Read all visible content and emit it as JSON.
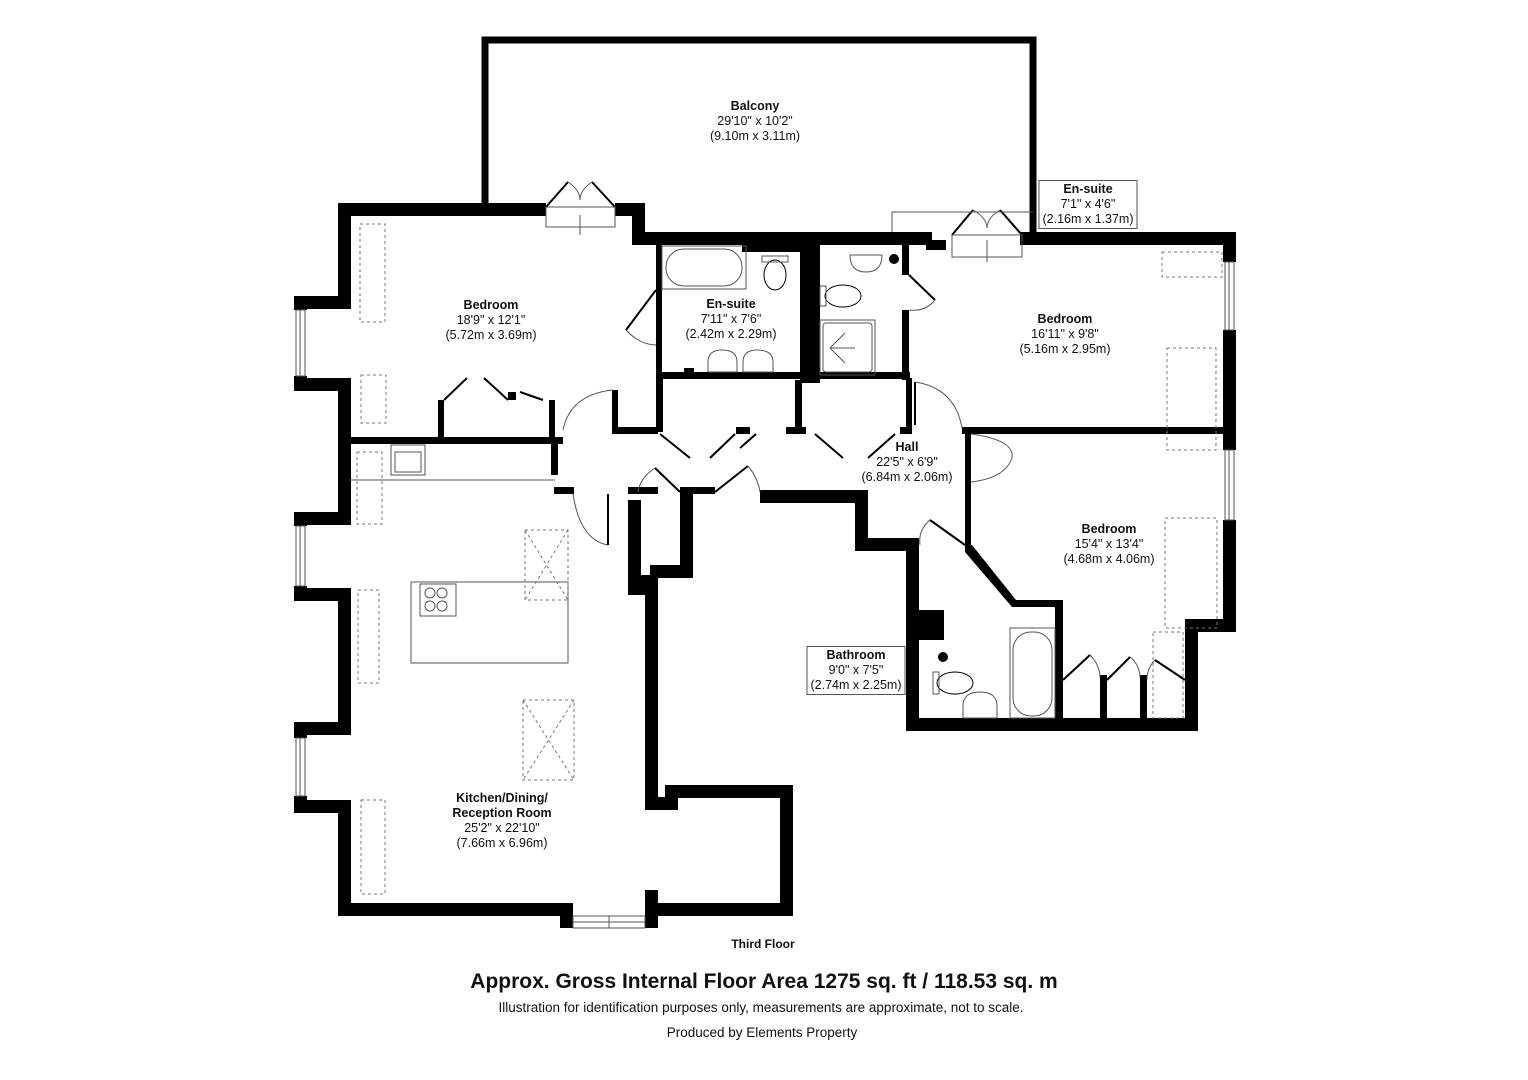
{
  "floorplan": {
    "floor_name": "Third Floor",
    "area_title": "Approx. Gross Internal Floor Area 1275 sq. ft / 118.53 sq. m",
    "disclaimer": "Illustration for identification purposes only, measurements are approximate, not to scale.",
    "producer": "Produced by Elements Property",
    "colors": {
      "wall": "#000000",
      "fixture_line": "#555555",
      "background": "#ffffff",
      "text": "#111111"
    },
    "rooms": [
      {
        "id": "balcony",
        "name": "Balcony",
        "imperial": "29'10\" x 10'2\"",
        "metric": "(9.10m x 3.11m)"
      },
      {
        "id": "ensuite-top-right",
        "name": "En-suite",
        "imperial": "7'1\" x 4'6\"",
        "metric": "(2.16m x 1.37m)"
      },
      {
        "id": "bedroom-1",
        "name": "Bedroom",
        "imperial": "18'9\" x 12'1\"",
        "metric": "(5.72m x 3.69m)"
      },
      {
        "id": "ensuite-center",
        "name": "En-suite",
        "imperial": "7'11\" x 7'6\"",
        "metric": "(2.42m x 2.29m)"
      },
      {
        "id": "bedroom-2",
        "name": "Bedroom",
        "imperial": "16'11\" x 9'8\"",
        "metric": "(5.16m x 2.95m)"
      },
      {
        "id": "hall",
        "name": "Hall",
        "imperial": "22'5\" x 6'9\"",
        "metric": "(6.84m x 2.06m)"
      },
      {
        "id": "bedroom-3",
        "name": "Bedroom",
        "imperial": "15'4\" x 13'4\"",
        "metric": "(4.68m x 4.06m)"
      },
      {
        "id": "bathroom",
        "name": "Bathroom",
        "imperial": "9'0\" x 7'5\"",
        "metric": "(2.74m x 2.25m)"
      },
      {
        "id": "kitchen",
        "name": "Kitchen/Dining/\nReception Room",
        "name_line1": "Kitchen/Dining/",
        "name_line2": "Reception Room",
        "imperial": "25'2\" x 22'10\"",
        "metric": "(7.66m x 6.96m)"
      }
    ]
  }
}
